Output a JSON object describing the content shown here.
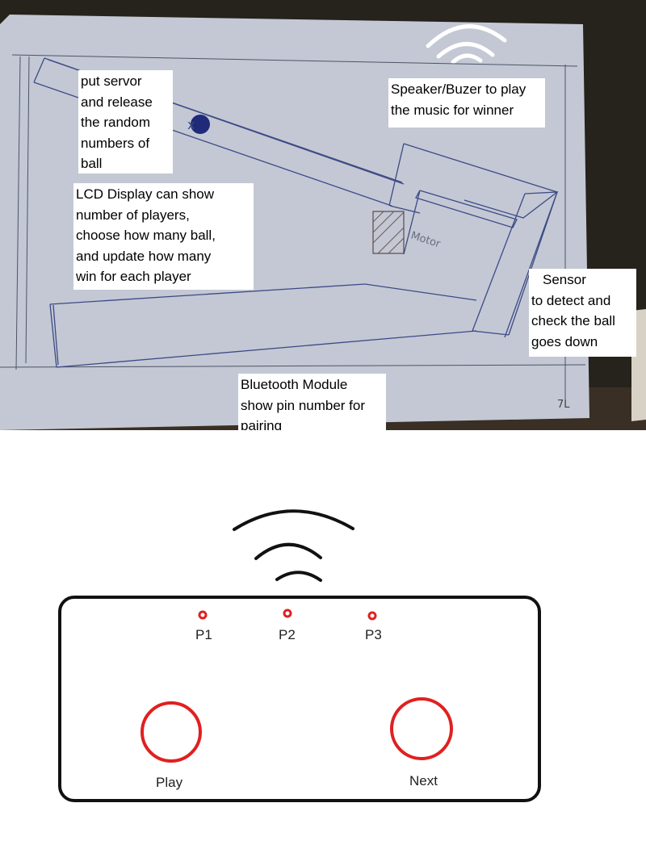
{
  "colors": {
    "paper": "#c3c8d4",
    "pen": "#2b3a8a",
    "frame": "#111111",
    "indicator": "#e02020"
  },
  "sketch": {
    "ball_marker": "x",
    "motor_label": "Motor",
    "corner_mark": "7L"
  },
  "annotations": {
    "servo": "put servor\nand release\nthe random\nnumbers of\nball",
    "speaker": "Speaker/Buzer to play\nthe music for winner",
    "lcd": "LCD Display can show\nnumber of players,\nchoose how many ball,\nand update how many\nwin for each player",
    "sensor_title": "Sensor",
    "sensor_body": "to detect and\ncheck the ball\ngoes down",
    "bluetooth": "Bluetooth Module\nshow pin number for\npairing"
  },
  "controller": {
    "indicators": [
      {
        "label": "P1",
        "icon": "led-indicator"
      },
      {
        "label": "P2",
        "icon": "led-indicator"
      },
      {
        "label": "P3",
        "icon": "led-indicator"
      }
    ],
    "buttons": [
      {
        "label": "Play",
        "icon": "round-button"
      },
      {
        "label": "Next",
        "icon": "round-button"
      }
    ],
    "signal_icon": "wireless-signal-icon"
  }
}
